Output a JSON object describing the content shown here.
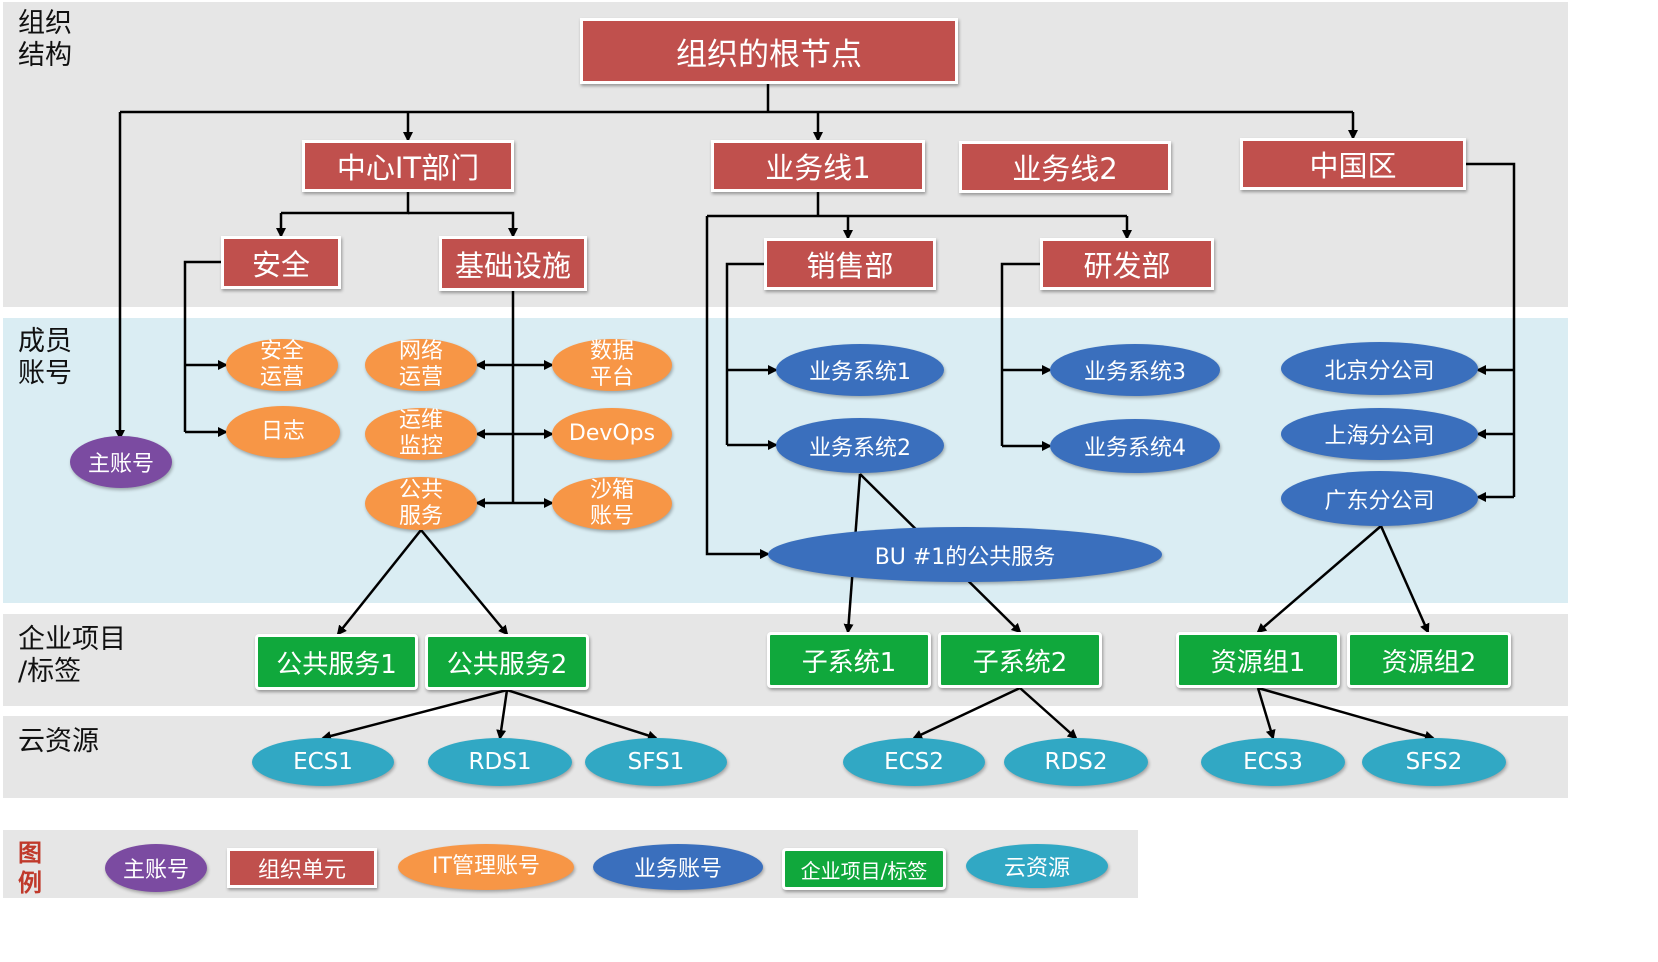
{
  "bands": {
    "org": "组织\n结构",
    "accounts": "成员\n账号",
    "projects": "企业项目\n/标签",
    "resources": "云资源"
  },
  "nodes": {
    "root": "组织的根节点",
    "it_dept": "中心IT部门",
    "bl1": "业务线1",
    "bl2": "业务线2",
    "china": "中国区",
    "security": "安全",
    "infra": "基础设施",
    "sales": "销售部",
    "rnd": "研发部",
    "master": "主账号",
    "sec_ops": "安全\n运营",
    "log": "日志",
    "net_ops": "网络\n运营",
    "ops_mon": "运维\n监控",
    "pub_svc": "公共\n服务",
    "data_plat": "数据\n平台",
    "devops": "DevOps",
    "sandbox": "沙箱\n账号",
    "biz1": "业务系统1",
    "biz2": "业务系统2",
    "biz3": "业务系统3",
    "biz4": "业务系统4",
    "bu_pub": "BU #1的公共服务",
    "beijing": "北京分公司",
    "shanghai": "上海分公司",
    "guangdong": "广东分公司",
    "ps1": "公共服务1",
    "ps2": "公共服务2",
    "sub1": "子系统1",
    "sub2": "子系统2",
    "rg1": "资源组1",
    "rg2": "资源组2",
    "ecs1": "ECS1",
    "rds1": "RDS1",
    "sfs1": "SFS1",
    "ecs2": "ECS2",
    "rds2": "RDS2",
    "ecs3": "ECS3",
    "sfs2": "SFS2"
  },
  "legend": {
    "title": "图\n例",
    "master": "主账号",
    "org_unit": "组织单元",
    "it_account": "IT管理账号",
    "biz_account": "业务账号",
    "project": "企业项目/标签",
    "cloud": "云资源"
  },
  "colors": {
    "org_unit": "#c0504d",
    "it_account": "#f79646",
    "biz_account": "#3a6fbd",
    "project": "#10a83c",
    "cloud": "#31a8c4",
    "master": "#7b4ba1",
    "band_gray": "#e6e6e6",
    "band_blue": "#daedf3",
    "legend_title": "#c0392b"
  }
}
